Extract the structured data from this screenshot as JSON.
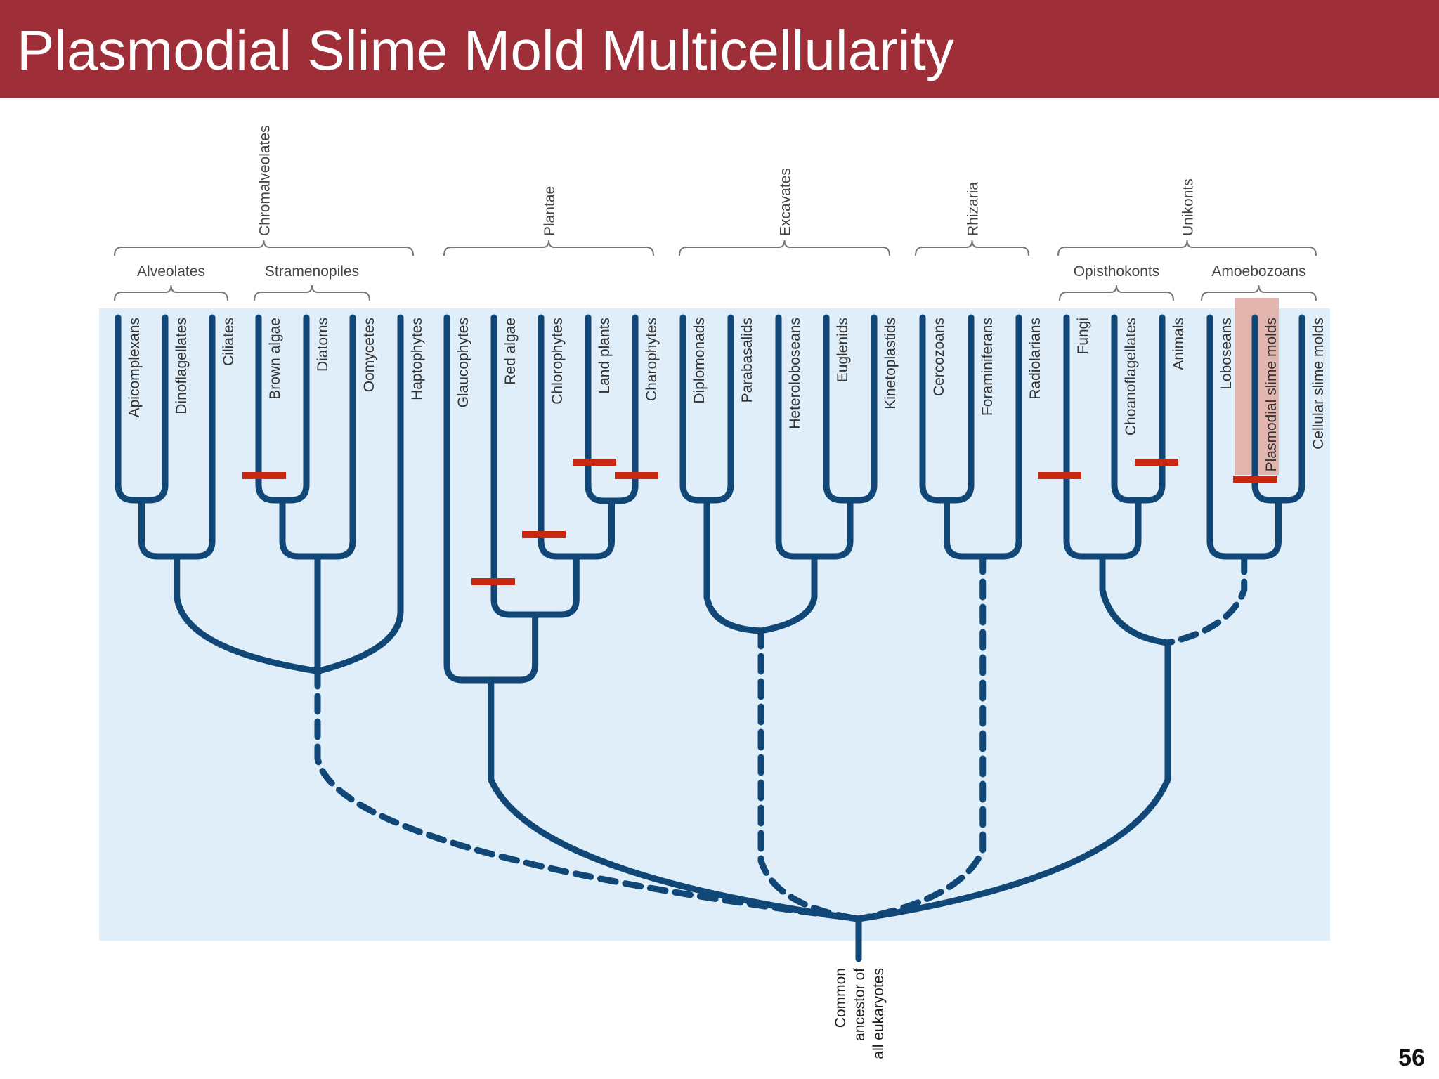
{
  "slide": {
    "title": "Plasmodial Slime Mold Multicellularity",
    "page_number": "56"
  },
  "supergroups": [
    "Chromalveolates",
    "Plantae",
    "Excavates",
    "Rhizaria",
    "Unikonts"
  ],
  "subgroups": [
    "Alveolates",
    "Stramenopiles",
    "Opisthokonts",
    "Amoebozoans"
  ],
  "taxa": [
    "Apicomplexans",
    "Dinoflagellates",
    "Ciliates",
    "Brown algae",
    "Diatoms",
    "Oomycetes",
    "Haptophytes",
    "Glaucophytes",
    "Red algae",
    "Chlorophytes",
    "Land plants",
    "Charophytes",
    "Diplomonads",
    "Parabasalids",
    "Heteroloboseans",
    "Euglenids",
    "Kinetoplastids",
    "Cercozoans",
    "Foraminiferans",
    "Radiolarians",
    "Fungi",
    "Choanoflagellates",
    "Animals",
    "Loboseans",
    "Plasmodial slime molds",
    "Cellular slime molds"
  ],
  "highlighted_taxon": "Plasmodial slime molds",
  "root": {
    "label_lines": [
      "Common",
      "ancestor of",
      "all eukaryotes"
    ]
  },
  "colors": {
    "title_bar": "#9e2f38",
    "panel": "#dfeef9",
    "branch": "#114776",
    "multicellularity_marker": "#c8280f",
    "highlight": "#e2b5ae"
  }
}
